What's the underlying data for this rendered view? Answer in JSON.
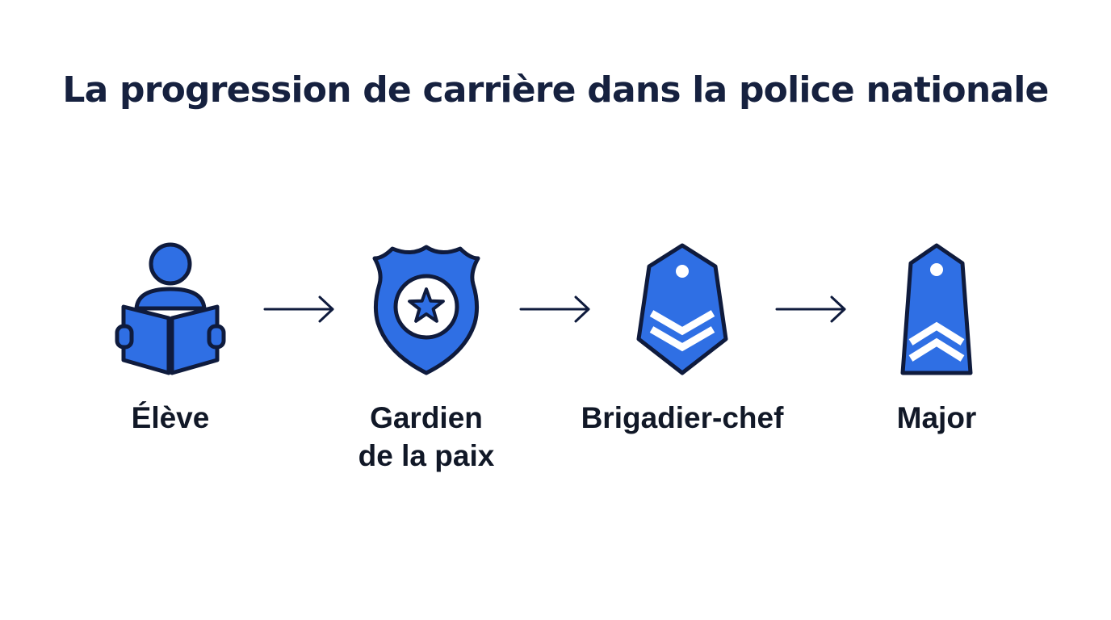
{
  "title": "La progression de carrière dans la police nationale",
  "colors": {
    "icon_fill": "#2f6fe4",
    "outline": "#0f1b3d",
    "title": "#16213f",
    "label": "#111827"
  },
  "stages": [
    {
      "label_lines": [
        "Élève"
      ],
      "icon": "student-reading-icon"
    },
    {
      "label_lines": [
        "Gardien",
        "de la paix"
      ],
      "icon": "police-badge-star-icon"
    },
    {
      "label_lines": [
        "Brigadier-chef"
      ],
      "icon": "epaulette-double-chevron-icon"
    },
    {
      "label_lines": [
        "Major"
      ],
      "icon": "epaulette-upward-chevron-icon"
    }
  ],
  "connectors": [
    "arrow-right-icon",
    "arrow-right-icon",
    "arrow-right-icon"
  ]
}
